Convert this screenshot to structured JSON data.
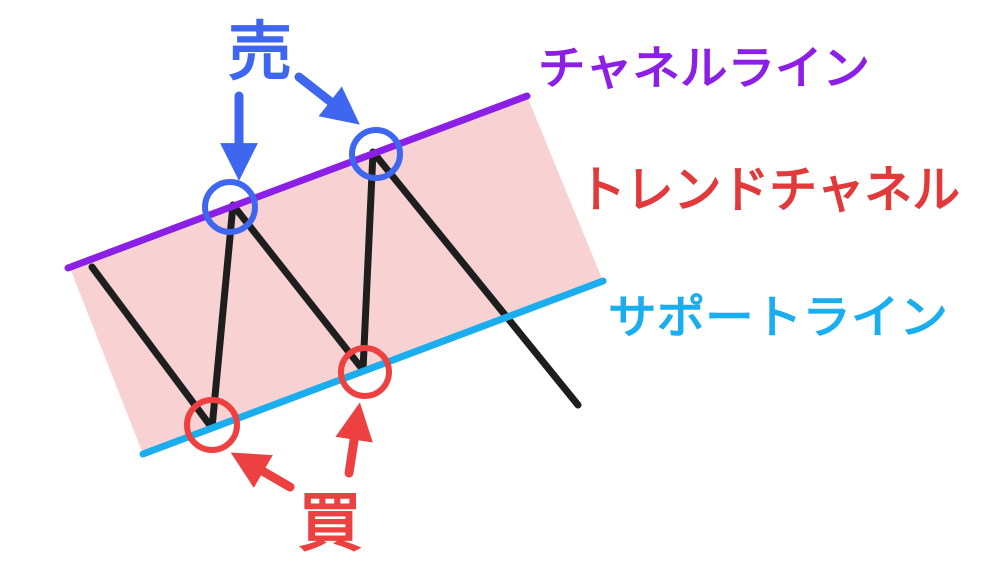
{
  "labels": {
    "sell": "売",
    "buy": "買",
    "channel_line": "チャネルライン",
    "trend_channel": "トレンドチャネル",
    "support_line": "サポートライン"
  },
  "colors": {
    "background": "#ffffff",
    "channel_fill": "#f8d2d2",
    "channel_line": "#8c1fe6",
    "support_line": "#1aaeee",
    "price_path": "#1e1e1e",
    "sell": "#3f66ee",
    "buy": "#ec4140",
    "trend_channel_text": "#e2393a",
    "channel_line_text": "#8c1fe6",
    "support_line_text": "#1aaeee"
  }
}
